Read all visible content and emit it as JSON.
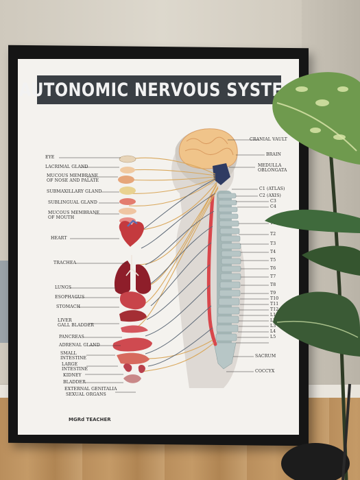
{
  "poster": {
    "title": "AUTONOMIC NERVOUS SYSTEM",
    "logo_text": "MGRd TEACHER",
    "left_labels": [
      "EYE",
      "LACRIMAL GLAND",
      "MUCOUS MEMBRANE",
      "OF NOSE AND PALATE",
      "SUBMAXILLARY GLAND",
      "SUBLINGUAL GLAND",
      "MUCOUS MEMBRANE",
      "OF MOUTH",
      "HEART",
      "TRACHEA",
      "LUNGS",
      "ESOPHAGUS",
      "STOMACH",
      "LIVER",
      "GALL BLADDER",
      "PANCREAS",
      "ADRENAL GLAND",
      "SMALL",
      "INTESTINE",
      "LARGE",
      "INTESTINE",
      "KIDNEY",
      "BLADDER",
      "EXTERNAL GENITALIA",
      "SEXUAL ORGANS"
    ],
    "right_labels": [
      "CRANIAL VAULT",
      "BRAIN",
      "MEDULLA",
      "OBLONGATA",
      "C1 (Atlas)",
      "C2 (Axis)",
      "C3",
      "C4",
      "T1",
      "T2",
      "T3",
      "T4",
      "T5",
      "T6",
      "T7",
      "T8",
      "T9",
      "T10",
      "T11",
      "T12",
      "L1",
      "L2",
      "L3",
      "L4",
      "L5",
      "SACRUM",
      "COCCYX"
    ]
  },
  "colors": {
    "frame": "#151515",
    "poster_bg": "#f4f2ee",
    "title_bar": "#3a3f44",
    "brain": "#f0c48a",
    "spine": "#9fb2b3",
    "spinal_cord": "#d8474c",
    "organ_red": "#c43a3e",
    "nerve_gold": "#d9a75b",
    "nerve_gray": "#5e6a78",
    "plant_leaf": "#3f6a3c"
  }
}
